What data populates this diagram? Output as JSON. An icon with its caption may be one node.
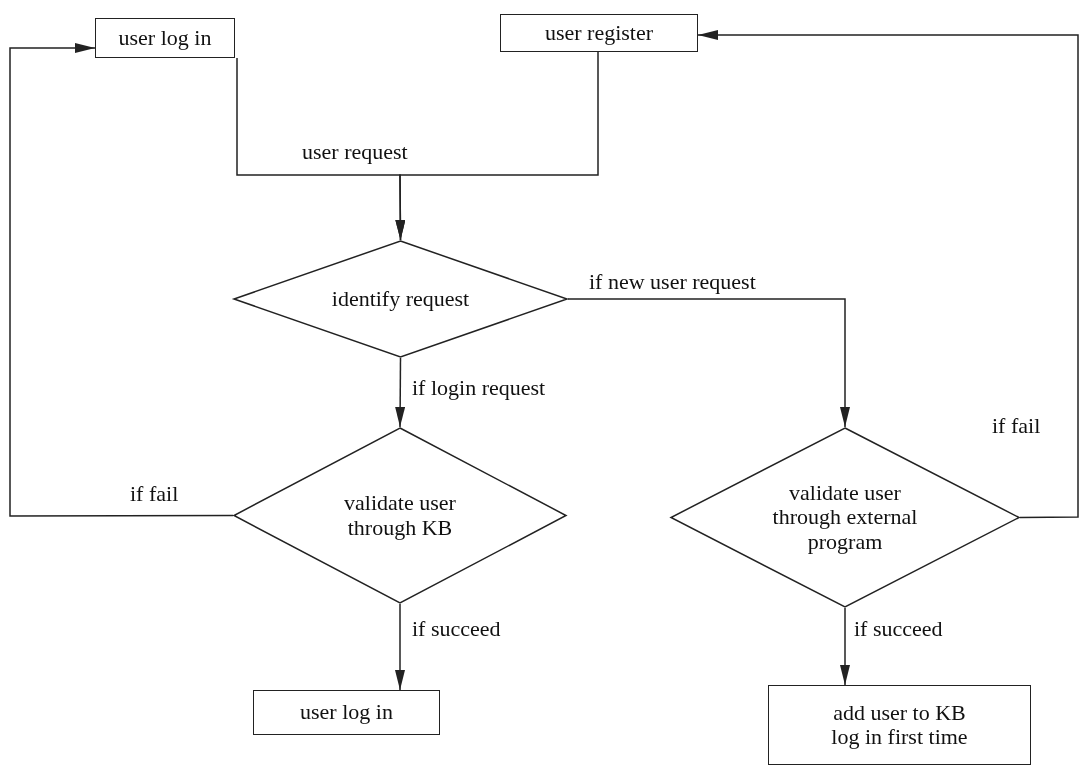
{
  "diagram": {
    "nodes": [
      {
        "text": [
          "user log in"
        ]
      },
      {
        "text": [
          "user register"
        ]
      },
      {
        "text": [
          "identify request"
        ]
      },
      {
        "text": [
          "validate user through KB"
        ]
      },
      {
        "text": [
          "user log in"
        ]
      },
      {
        "text": [
          "validate user through external program"
        ]
      },
      {
        "text": [
          "add user to KB log in first time"
        ]
      }
    ],
    "edges": [
      {
        "from": 0,
        "to": 2,
        "arrow": "to",
        "label": "user request"
      },
      {
        "from": 1,
        "to": 2,
        "arrow": "to"
      },
      {
        "from": 2,
        "to": 3,
        "arrow": "to",
        "label": "if login request"
      },
      {
        "from": 2,
        "to": 5,
        "arrow": "to",
        "label": "if new user request"
      },
      {
        "from": 3,
        "to": 0,
        "arrow": "to",
        "label": "if fail"
      },
      {
        "from": 3,
        "to": 4,
        "arrow": "to",
        "label": "if succeed"
      },
      {
        "from": 5,
        "to": 1,
        "arrow": "to",
        "label": "if fail"
      },
      {
        "from": 5,
        "to": 6,
        "arrow": "to",
        "label": "if succeed"
      }
    ]
  }
}
